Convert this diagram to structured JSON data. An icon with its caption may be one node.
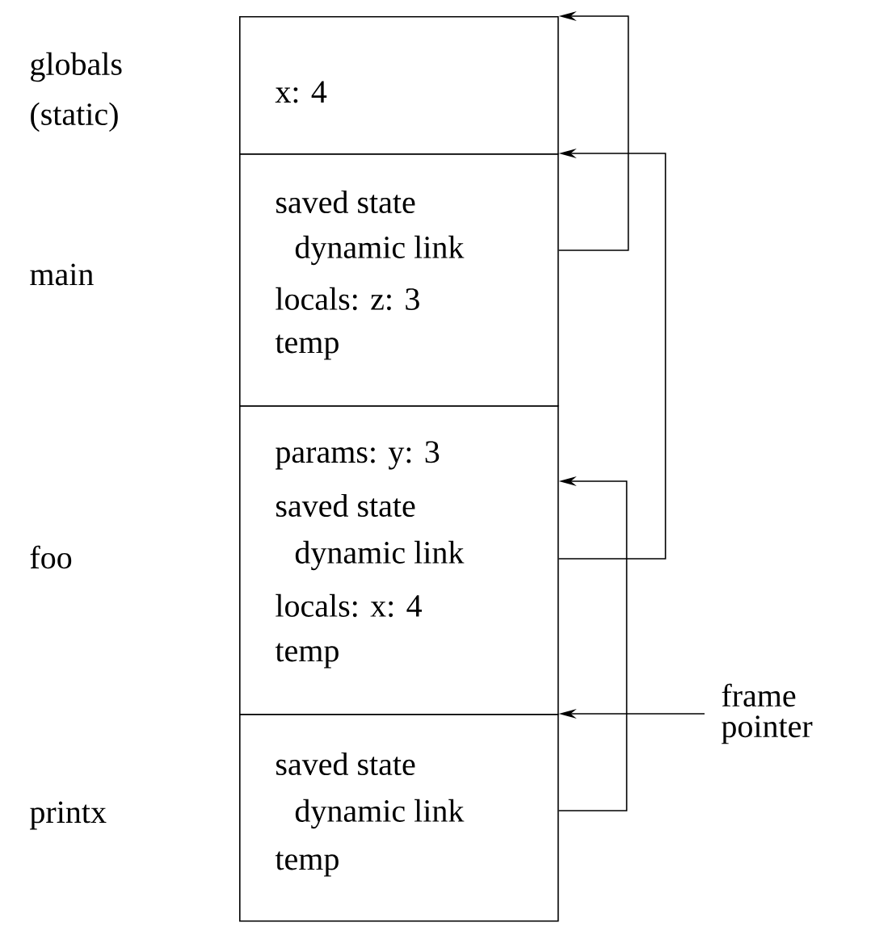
{
  "diagram": {
    "nodes": [
      {
        "text": [
          "x: 4"
        ]
      },
      {
        "text": [
          "saved state",
          "dynamic link",
          "locals: z: 3",
          "temp"
        ]
      },
      {
        "text": [
          "params: y: 3",
          "saved state",
          "dynamic link",
          "locals: x: 4",
          "temp"
        ]
      },
      {
        "text": [
          "saved state",
          "dynamic link",
          "temp"
        ]
      },
      {
        "text": [
          "frame pointer"
        ]
      }
    ],
    "edges": [
      {
        "from": 1,
        "to": 0,
        "arrow": "to"
      },
      {
        "from": 2,
        "to": 1,
        "arrow": "to"
      },
      {
        "from": 3,
        "to": 2,
        "arrow": "to"
      },
      {
        "from": 4,
        "to": 3,
        "arrow": "to"
      }
    ],
    "labels": [
      "globals (static)",
      "main",
      "foo",
      "printx"
    ]
  }
}
